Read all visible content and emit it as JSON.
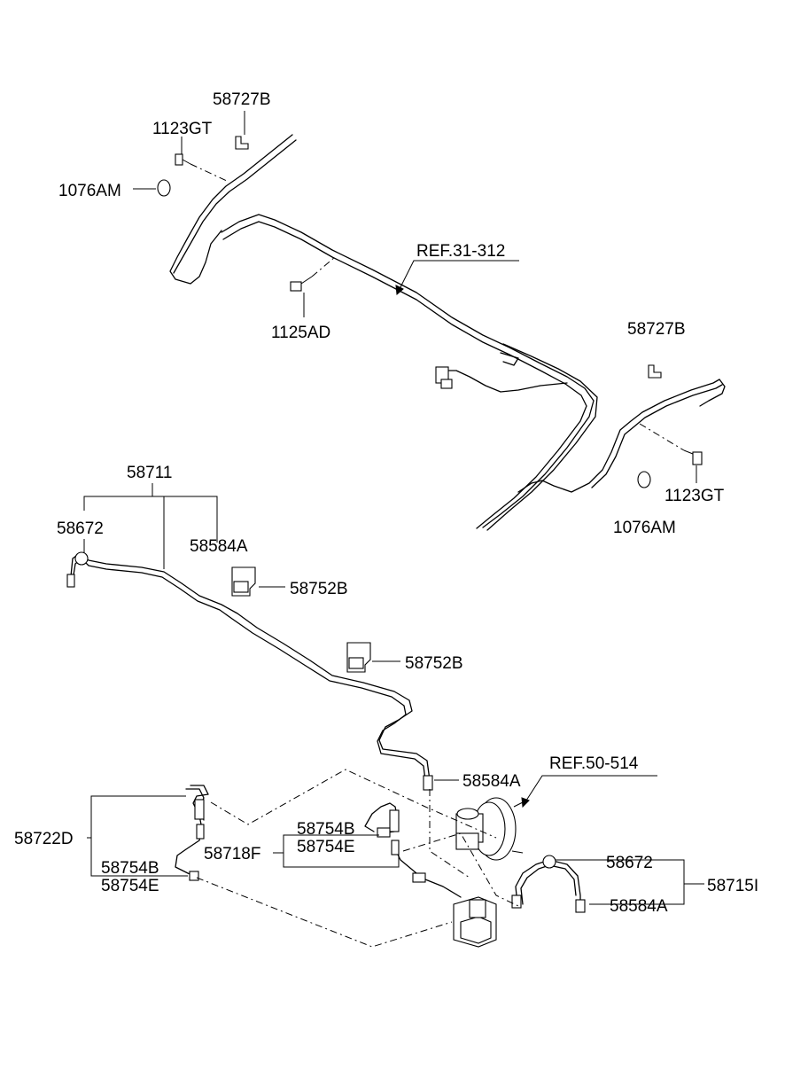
{
  "labels": {
    "l_58727b_top": "58727B",
    "l_1123gt_top": "1123GT",
    "l_1076am_top": "1076AM",
    "l_ref31312": "REF.31-312",
    "l_1125ad": "1125AD",
    "l_58727b_right": "58727B",
    "l_1123gt_right": "1123GT",
    "l_1076am_right": "1076AM",
    "l_58711": "58711",
    "l_58672_left": "58672",
    "l_58584a_top": "58584A",
    "l_58752b_1": "58752B",
    "l_58752b_2": "58752B",
    "l_58584a_mid": "58584A",
    "l_ref50514": "REF.50-514",
    "l_58754b_mid": "58754B",
    "l_58754e_mid": "58754E",
    "l_58718f": "58718F",
    "l_58722d": "58722D",
    "l_58754b_left": "58754B",
    "l_58754e_left": "58754E",
    "l_58672_right": "58672",
    "l_58584a_right": "58584A",
    "l_58715i": "58715I"
  }
}
